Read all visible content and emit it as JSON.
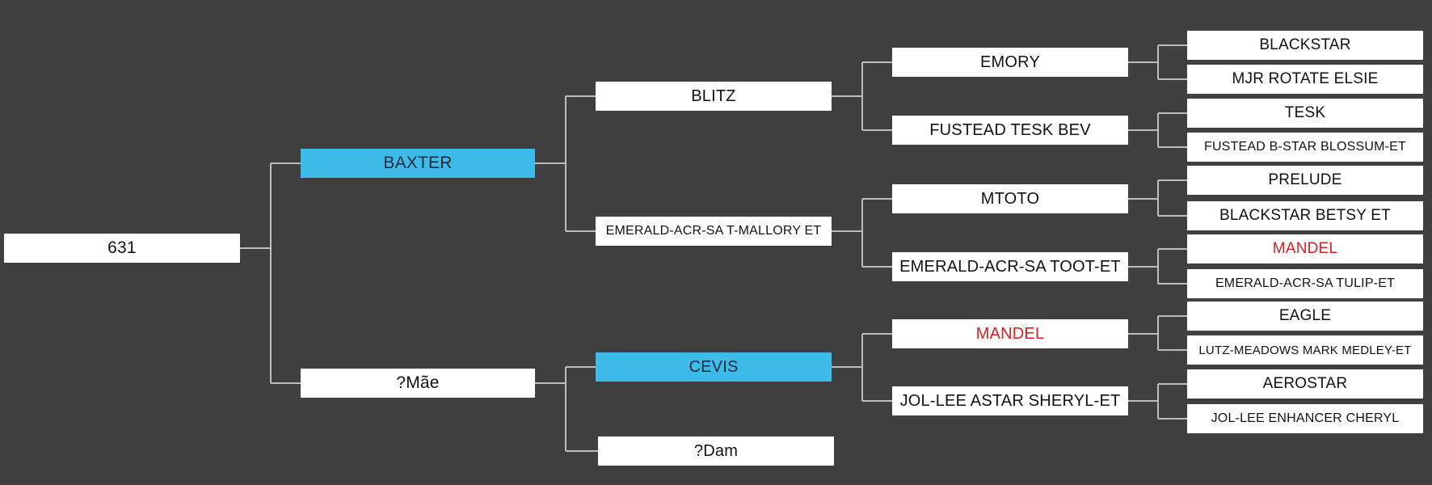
{
  "colors": {
    "background": "#404040",
    "node_fill": "#ffffff",
    "highlight_fill": "#3fbbe9",
    "warning_text": "#d81e1e",
    "connector": "#bdbdbd"
  },
  "pedigree": {
    "subject": "631",
    "sire": {
      "name": "BAXTER",
      "highlight": true,
      "sire": {
        "name": "BLITZ",
        "sire": {
          "name": "EMORY",
          "sire": "BLACKSTAR",
          "dam": "MJR ROTATE ELSIE"
        },
        "dam": {
          "name": "FUSTEAD TESK BEV",
          "sire": "TESK",
          "dam": "FUSTEAD B-STAR BLOSSUM-ET"
        }
      },
      "dam": {
        "name": "EMERALD-ACR-SA T-MALLORY ET",
        "sire": {
          "name": "MTOTO",
          "sire": "PRELUDE",
          "dam": "BLACKSTAR BETSY ET"
        },
        "dam": {
          "name": "EMERALD-ACR-SA TOOT-ET",
          "sire": "MANDEL",
          "dam": "EMERALD-ACR-SA TULIP-ET"
        }
      }
    },
    "dam": {
      "name": "?Mãe",
      "sire": {
        "name": "CEVIS",
        "highlight": true,
        "sire": {
          "name": "MANDEL",
          "sire": "EAGLE",
          "dam": "LUTZ-MEADOWS MARK MEDLEY-ET"
        },
        "dam": {
          "name": "JOL-LEE ASTAR SHERYL-ET",
          "sire": "AEROSTAR",
          "dam": "JOL-LEE ENHANCER CHERYL"
        }
      },
      "dam": {
        "name": "?Dam"
      }
    },
    "flagged_names": [
      "MANDEL"
    ]
  }
}
